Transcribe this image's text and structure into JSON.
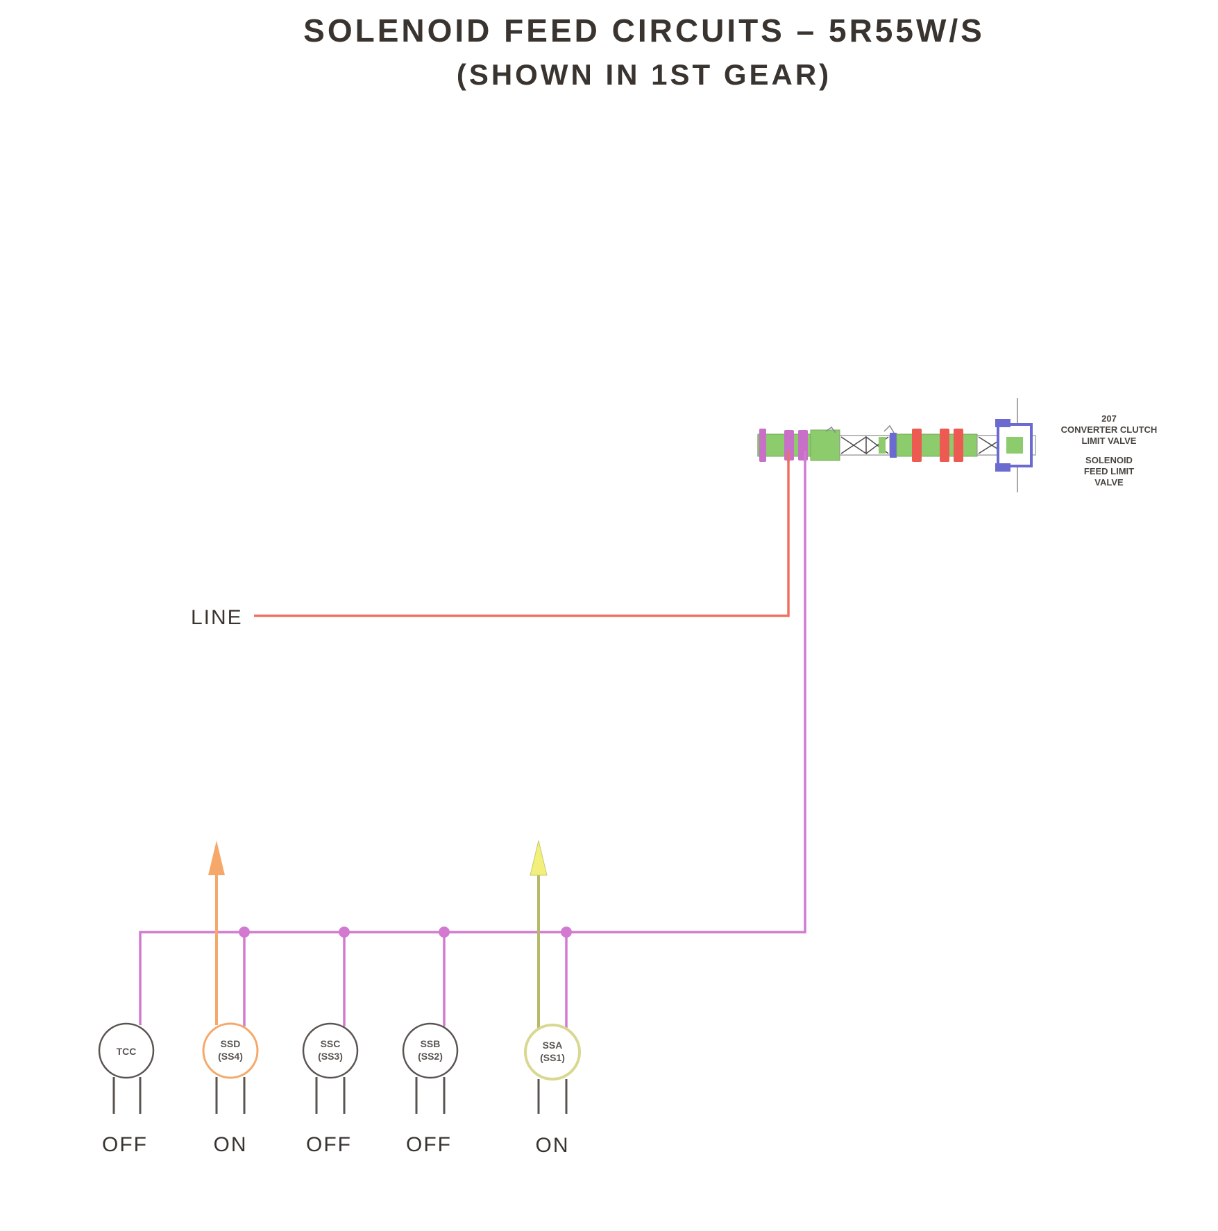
{
  "title": {
    "line1": "SOLENOID FEED CIRCUITS – 5R55W/S",
    "line2": "(SHOWN IN 1ST GEAR)"
  },
  "line_label": "LINE",
  "valve": {
    "number": "207",
    "name_line1": "CONVERTER CLUTCH",
    "name_line2": "LIMIT VALVE",
    "name2_line1": "SOLENOID",
    "name2_line2": "FEED LIMIT",
    "name2_line3": "VALVE"
  },
  "solenoids": [
    {
      "id": "tcc",
      "label_line1": "TCC",
      "label_line2": "",
      "state": "OFF",
      "color": "#5a5450",
      "output_arrow": false
    },
    {
      "id": "ssd",
      "label_line1": "SSD",
      "label_line2": "(SS4)",
      "state": "ON",
      "color": "#f5a86a",
      "output_arrow": true,
      "arrow_color": "#f5a86a"
    },
    {
      "id": "ssc",
      "label_line1": "SSC",
      "label_line2": "(SS3)",
      "state": "OFF",
      "color": "#5a5450",
      "output_arrow": false
    },
    {
      "id": "ssb",
      "label_line1": "SSB",
      "label_line2": "(SS2)",
      "state": "OFF",
      "color": "#5a5450",
      "output_arrow": false
    },
    {
      "id": "ssa",
      "label_line1": "SSA",
      "label_line2": "(SS1)",
      "state": "ON",
      "color": "#d8d890",
      "output_arrow": true,
      "arrow_color": "#f2f07a"
    }
  ],
  "colors": {
    "line_pressure": "#f07060",
    "solenoid_feed": "#d27ad0",
    "valve_body": "#8ccc6c",
    "valve_lands_red": "#ec5a52",
    "valve_plug_blue": "#6a6ad0",
    "valve_lands_purple": "#c870c8"
  }
}
